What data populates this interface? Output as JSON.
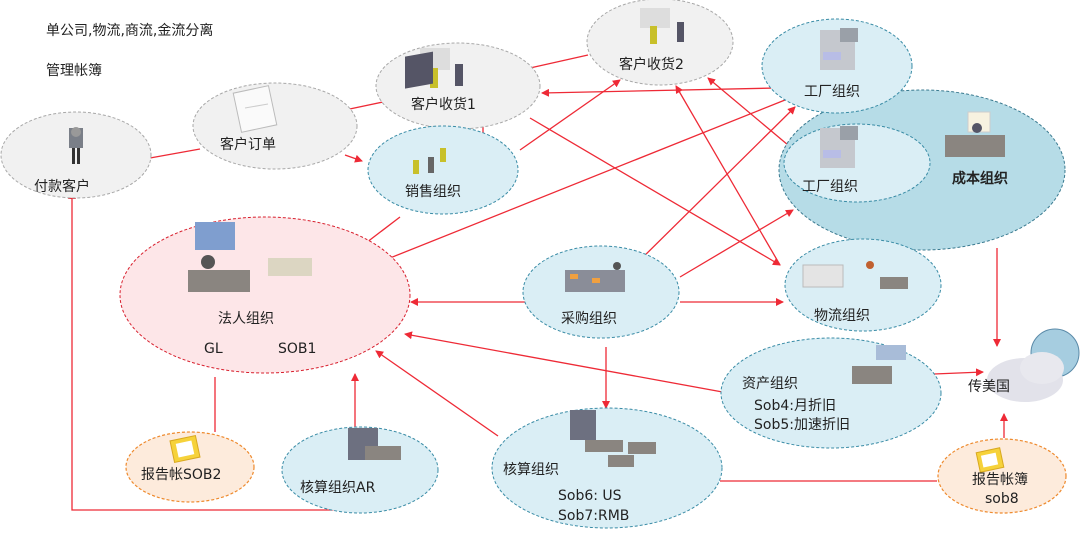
{
  "header": {
    "line1": "单公司,物流,商流,金流分离",
    "line2": "管理帐簿"
  },
  "nodes": {
    "paying_customer": "付款客户",
    "customer_order": "客户订单",
    "customer_receipt1": "客户收货1",
    "customer_receipt2": "客户收货2",
    "sales_org": "销售组织",
    "factory_org_top": "工厂组织",
    "factory_org_inner": "工厂组织",
    "cost_org": "成本组织",
    "legal_org": {
      "title": "法人组织",
      "gl": "GL",
      "sob": "SOB1"
    },
    "purchase_org": "采购组织",
    "logistics_org": "物流组织",
    "asset_org": {
      "title": "资产组织",
      "sob4": "Sob4:月折旧",
      "sob5": "Sob5:加速折旧"
    },
    "to_us": "传美国",
    "report_sob2": "报告帐SOB2",
    "accounting_ar": "核算组织AR",
    "accounting_org": {
      "title": "核算组织",
      "sob6": "Sob6: US",
      "sob7": "Sob7:RMB"
    },
    "report_sob8": {
      "line1": "报告帐簿",
      "line2": "sob8"
    }
  },
  "colors": {
    "arrow": "#ee2a36",
    "org_fill": "#daeef5",
    "cost_fill": "#b6dce7",
    "legal_fill": "#fde6e8",
    "report_fill": "#fdebdc"
  }
}
